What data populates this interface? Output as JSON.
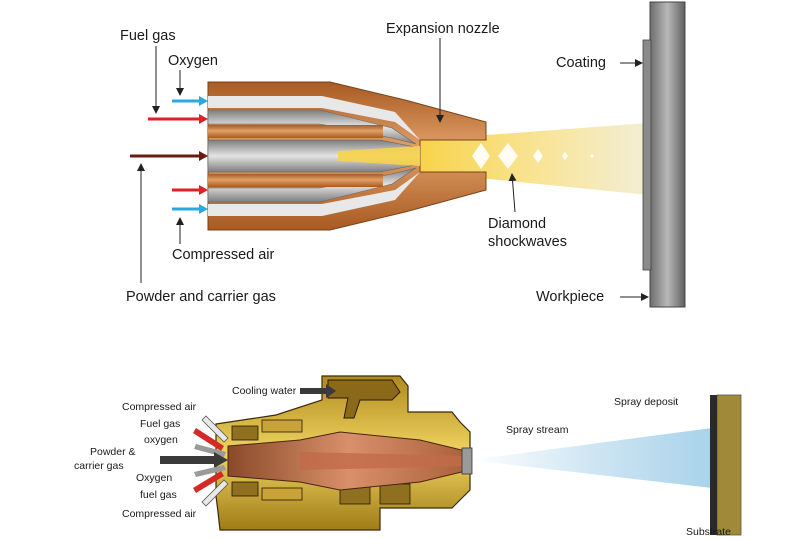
{
  "top_diagram": {
    "labels": {
      "fuel_gas": "Fuel gas",
      "oxygen": "Oxygen",
      "expansion_nozzle": "Expansion nozzle",
      "coating": "Coating",
      "compressed_air": "Compressed air",
      "diamond_shockwaves_1": "Diamond",
      "diamond_shockwaves_2": "shockwaves",
      "powder_carrier": "Powder and carrier gas",
      "workpiece": "Workpiece"
    }
  },
  "bottom_diagram": {
    "labels": {
      "cooling_water": "Cooling water",
      "compressed_air_top": "Compressed air",
      "fuel_gas": "Fuel gas",
      "oxygen_lower": "oxygen",
      "powder_1": "Powder &",
      "powder_2": "carrier gas",
      "oxygen": "Oxygen",
      "fuel_gas_lower": "fuel gas",
      "compressed_air_bottom": "Compressed air",
      "spray_stream": "Spray stream",
      "spray_deposit": "Spray deposit",
      "substrate": "Substrate"
    }
  },
  "colors": {
    "fuel_arrow": "#e01f26",
    "oxygen_arrow": "#2aa8e0",
    "powder_arrow": "#6b1a12",
    "copper": "#c77a3c",
    "brass": "#d4b13a",
    "flame": "#f7d75a"
  }
}
